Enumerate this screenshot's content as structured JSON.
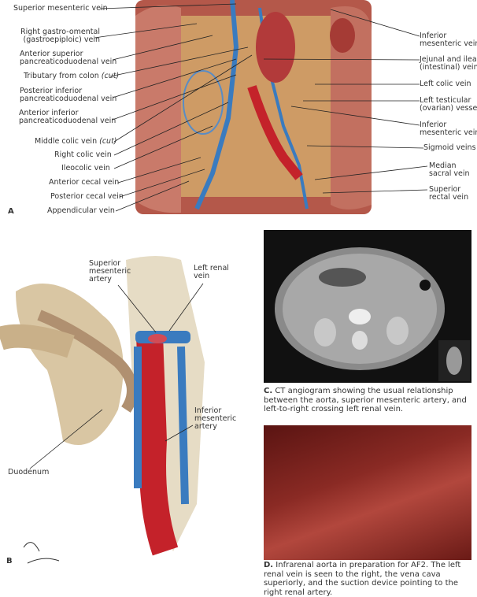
{
  "panel_a": {
    "letter": "A",
    "left_labels": [
      {
        "text": "Superior mesenteric vein"
      },
      {
        "text": "Right gastro-omental",
        "text2": "(gastroepiploic) vein"
      },
      {
        "text": "Anterior superior",
        "text2": "pancreaticoduodenal vein"
      },
      {
        "text": "Tributary from colon",
        "italic": "(cut)"
      },
      {
        "text": "Posterior inferior",
        "text2": "pancreaticoduodenal vein"
      },
      {
        "text": "Anterior inferior",
        "text2": "pancreaticoduodenal vein"
      },
      {
        "text": "Middle colic vein",
        "italic": "(cut)"
      },
      {
        "text": "Right colic vein"
      },
      {
        "text": "Ileocolic vein"
      },
      {
        "text": "Anterior cecal vein"
      },
      {
        "text": "Posterior cecal vein"
      },
      {
        "text": "Appendicular vein"
      }
    ],
    "right_labels": [
      {
        "text": "Inferior",
        "text2": "mesenteric vein"
      },
      {
        "text": "Jejunal and ileal",
        "text2": "(intestinal) veins"
      },
      {
        "text": "Left colic vein"
      },
      {
        "text": "Left testicular",
        "text2": "(ovarian) vessels"
      },
      {
        "text": "Inferior",
        "text2": "mesenteric vein"
      },
      {
        "text": "Sigmoid veins"
      },
      {
        "text": "Median",
        "text2": "sacral vein"
      },
      {
        "text": "Superior",
        "text2": "rectal vein"
      }
    ]
  },
  "panel_b": {
    "letter": "B",
    "labels": {
      "sma": [
        "Superior",
        "mesenteric",
        "artery"
      ],
      "lrv": [
        "Left renal",
        "vein"
      ],
      "ima": [
        "Inferior",
        "mesenteric",
        "artery"
      ],
      "duodenum": "Duodenum"
    }
  },
  "panel_c": {
    "letter": "C.",
    "caption": "CT angiogram showing the usual relationship between the aorta, superior mesenteric artery, and left-to-right crossing left renal vein."
  },
  "panel_d": {
    "letter": "D.",
    "caption": "Infrarenal aorta in preparation for AF2.  The left renal vein is seen to the right, the vena cava superiorly, and the suction device pointing to the right renal artery."
  }
}
